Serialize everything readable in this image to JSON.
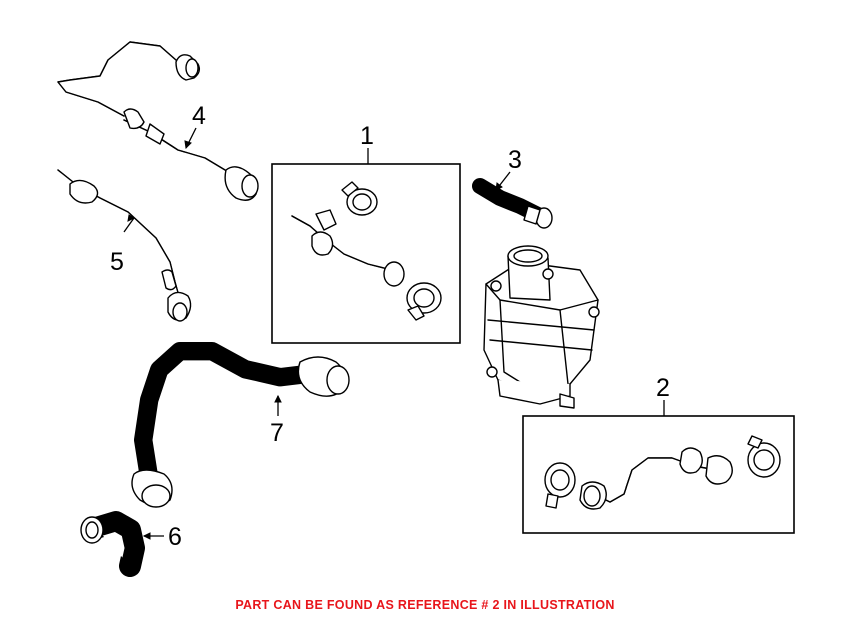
{
  "diagram": {
    "callouts": [
      {
        "id": "1",
        "label": "1"
      },
      {
        "id": "2",
        "label": "2"
      },
      {
        "id": "3",
        "label": "3"
      },
      {
        "id": "4",
        "label": "4"
      },
      {
        "id": "5",
        "label": "5"
      },
      {
        "id": "6",
        "label": "6"
      },
      {
        "id": "7",
        "label": "7"
      }
    ],
    "colors": {
      "line": "#000000",
      "background": "#ffffff",
      "note": "#e8151b"
    }
  },
  "footer": {
    "note": "PART CAN BE FOUND AS REFERENCE # 2 IN ILLUSTRATION"
  }
}
